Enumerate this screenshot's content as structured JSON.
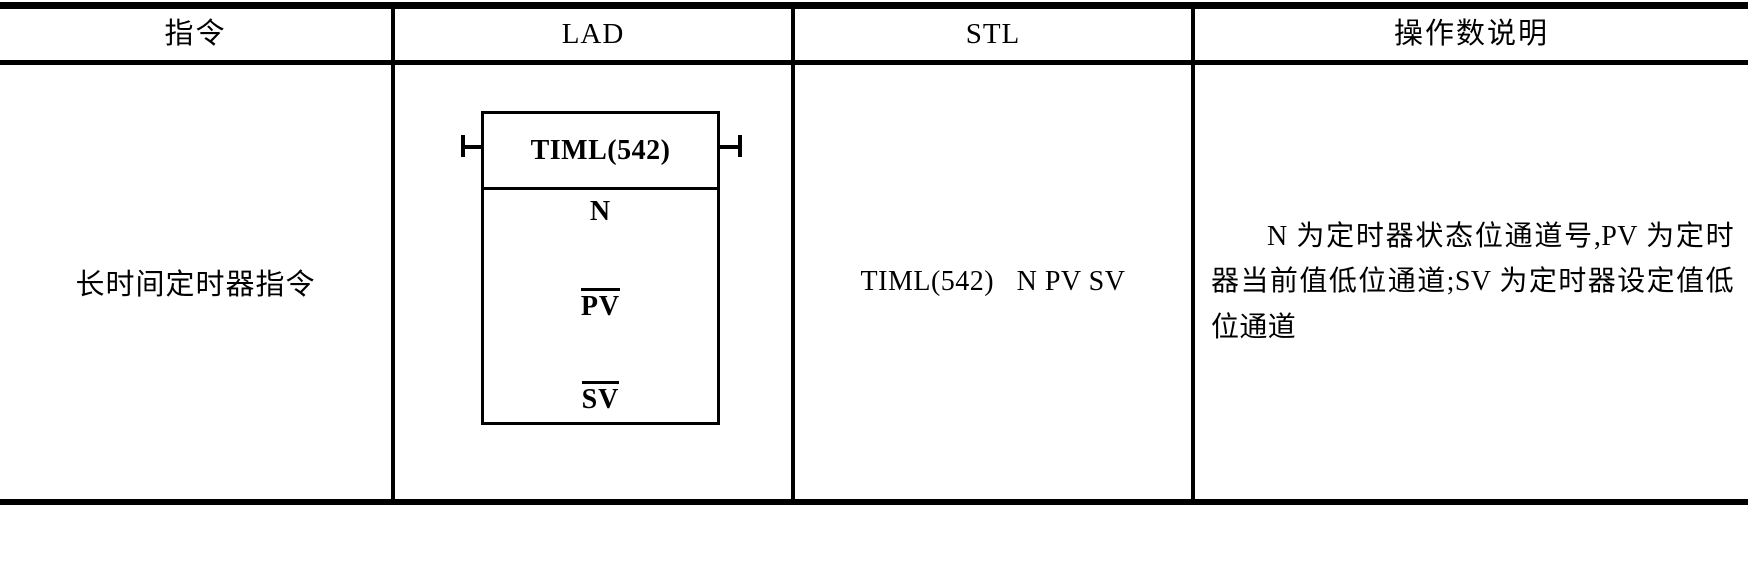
{
  "table": {
    "headers": [
      {
        "label": "指令",
        "script": "cjk"
      },
      {
        "label": "LAD",
        "script": "latin"
      },
      {
        "label": "STL",
        "script": "latin"
      },
      {
        "label": "操作数说明",
        "script": "cjk"
      }
    ],
    "row": {
      "instruction": "长时间定时器指令",
      "lad": {
        "title": "TIML(542)",
        "operands": [
          {
            "name": "N",
            "overline": false
          },
          {
            "name": "PV",
            "overline": true
          },
          {
            "name": "SV",
            "overline": true
          }
        ]
      },
      "stl": "TIML(542)   N PV SV",
      "description": "N 为定时器状态位通道号,PV 为定时器当前值低位通道;SV 为定时器设定值低位通道"
    }
  },
  "style": {
    "ink": "#000000",
    "paper": "#ffffff"
  }
}
